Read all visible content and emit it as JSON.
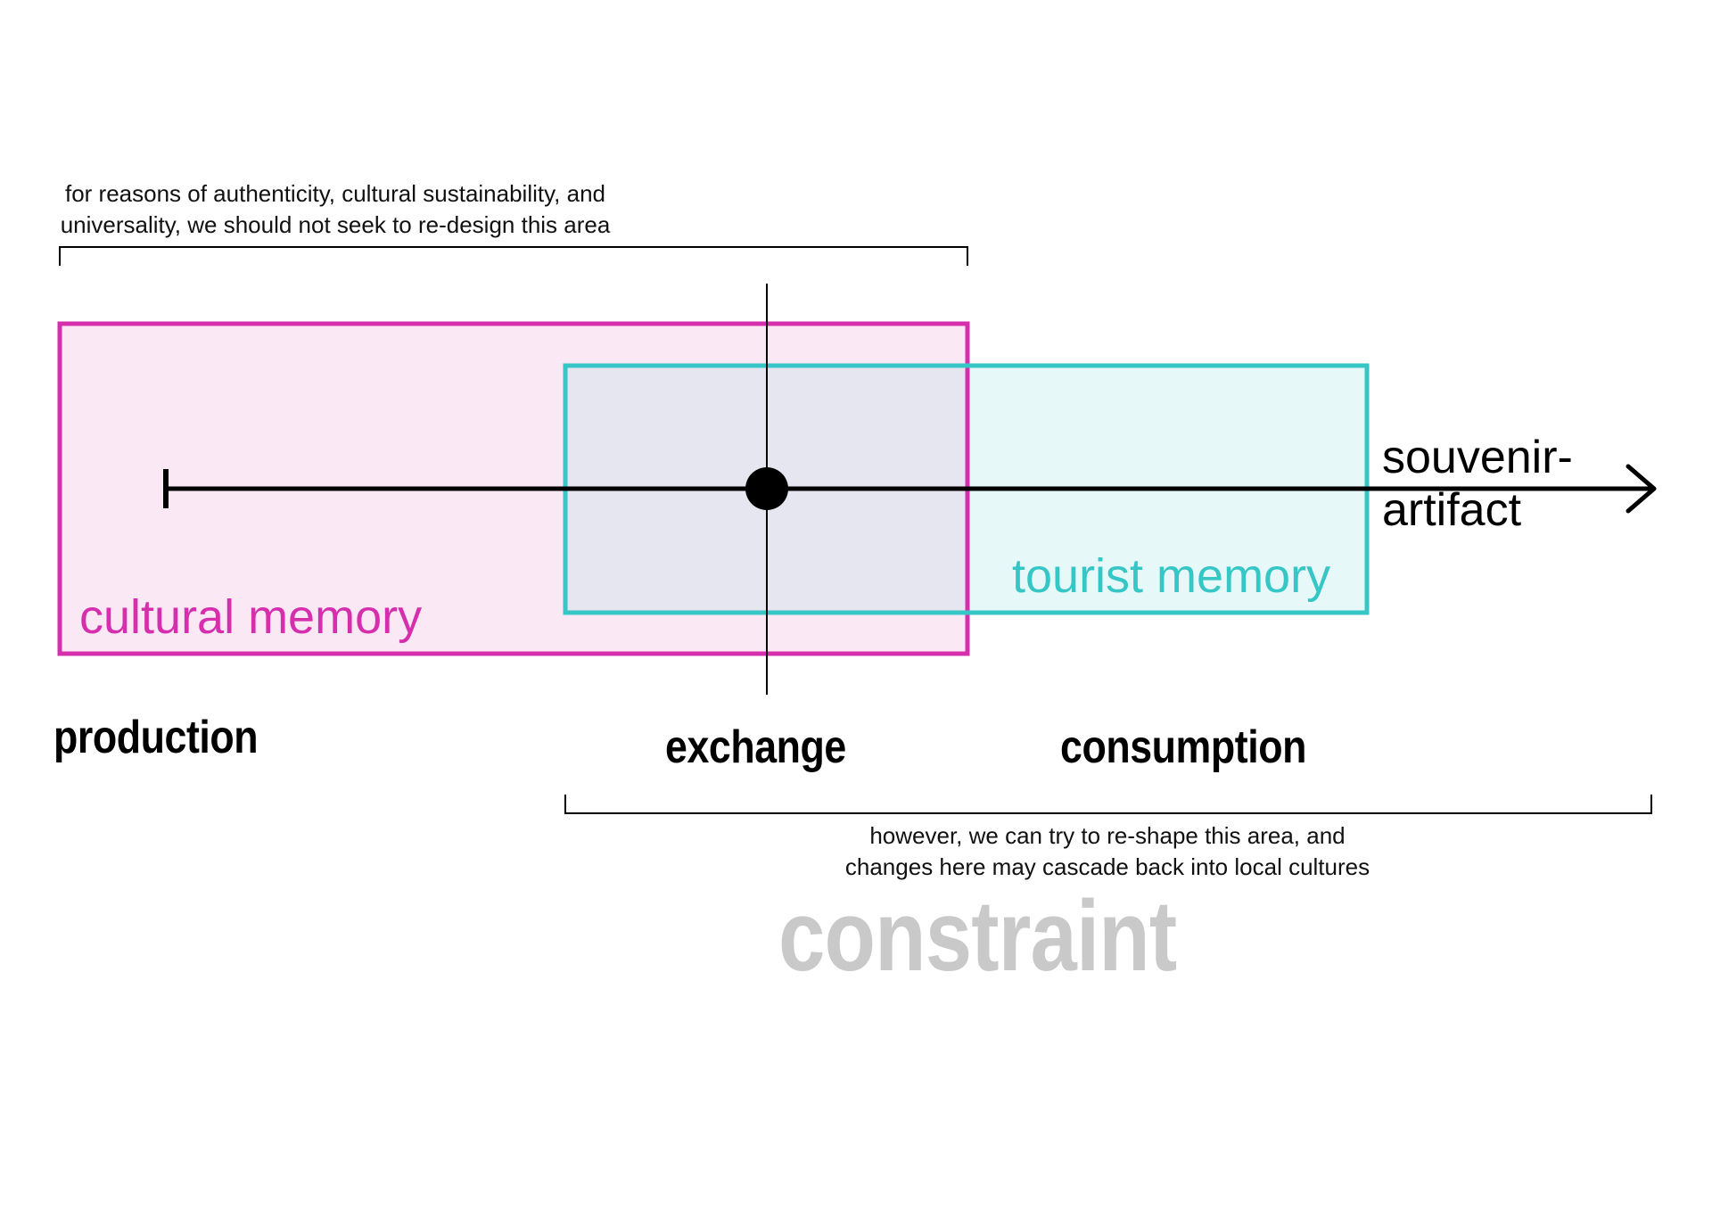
{
  "notes": {
    "top_line1": "for reasons of authenticity, cultural sustainability, and",
    "top_line2": "universality, we should not seek to re-design this area",
    "bottom_line1": "however, we can try to re-shape this area, and",
    "bottom_line2": "changes here may cascade back into local cultures"
  },
  "regions": {
    "cultural": {
      "label": "cultural memory",
      "stroke": "#d62fae",
      "fill": "#fae8f4"
    },
    "tourist": {
      "label": "tourist memory",
      "stroke": "#36c6c6",
      "fill": "#e7f8f8"
    },
    "overlap_fill": "#e6e6f1"
  },
  "axis": {
    "end_label_line1": "souvenir-",
    "end_label_line2": "artifact",
    "color": "#000000"
  },
  "stages": {
    "production": "production",
    "exchange": "exchange",
    "consumption": "consumption"
  },
  "title": {
    "text": "constraint",
    "color": "#c9c9c9"
  }
}
